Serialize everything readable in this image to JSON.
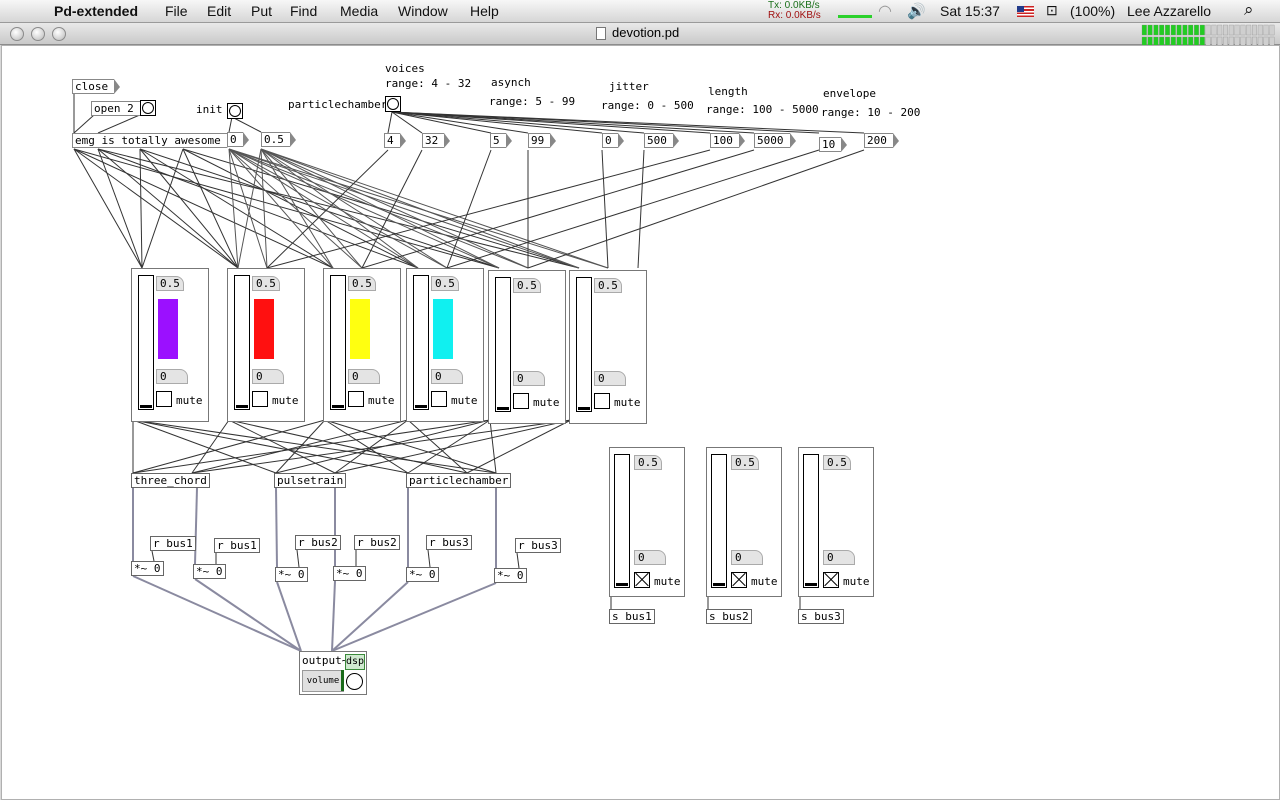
{
  "menubar": {
    "app": "Pd-extended",
    "items": [
      "File",
      "Edit",
      "Put",
      "Find",
      "Media",
      "Window",
      "Help"
    ],
    "tx": "Tx:  0.0KB/s",
    "rx": "Rx:  0.0KB/s",
    "clock": "Sat 15:37",
    "battery": "(100%)",
    "user": "Lee Azzarello"
  },
  "window": {
    "title": "devotion.pd"
  },
  "patch": {
    "close_msg": "close",
    "open_msg": "open 2",
    "init_label": "init",
    "particlechamber_label": "particlechamber",
    "emg_msg": "emg is totally awesome",
    "voices_label": "voices",
    "voices_range": "range: 4 - 32",
    "asynch_label": "asynch",
    "asynch_range": "range: 5 - 99",
    "jitter_label": "jitter",
    "jitter_range": "range: 0 - 500",
    "length_label": "length",
    "length_range": "range: 100 - 5000",
    "envelope_label": "envelope",
    "envelope_range": "range: 10 - 200",
    "msgs": [
      "0",
      "0.5",
      "4",
      "32",
      "5",
      "99",
      "0",
      "500",
      "100",
      "5000",
      "10",
      "200"
    ],
    "channels": [
      {
        "value": "0.5",
        "lower": "0",
        "mute": "mute",
        "color": "#9b10ff"
      },
      {
        "value": "0.5",
        "lower": "0",
        "mute": "mute",
        "color": "#ff1010"
      },
      {
        "value": "0.5",
        "lower": "0",
        "mute": "mute",
        "color": "#ffff10"
      },
      {
        "value": "0.5",
        "lower": "0",
        "mute": "mute",
        "color": "#10f0f0"
      },
      {
        "value": "0.5",
        "lower": "0",
        "mute": "mute",
        "color": ""
      },
      {
        "value": "0.5",
        "lower": "0",
        "mute": "mute",
        "color": ""
      }
    ],
    "buses": [
      {
        "value": "0.5",
        "lower": "0",
        "mute": "mute",
        "send": "s bus1"
      },
      {
        "value": "0.5",
        "lower": "0",
        "mute": "mute",
        "send": "s bus2"
      },
      {
        "value": "0.5",
        "lower": "0",
        "mute": "mute",
        "send": "s bus3"
      }
    ],
    "three_chord": "three_chord",
    "pulsetrain": "pulsetrain",
    "particlechamber_obj": "particlechamber",
    "receives": [
      "r bus1",
      "r bus1",
      "r bus2",
      "r bus2",
      "r bus3",
      "r bus3"
    ],
    "muls": [
      "*~ 0",
      "*~ 0",
      "*~ 0",
      "*~ 0",
      "*~ 0",
      "*~ 0"
    ],
    "output": "output~",
    "dsp": "dsp",
    "volume": "volume"
  }
}
